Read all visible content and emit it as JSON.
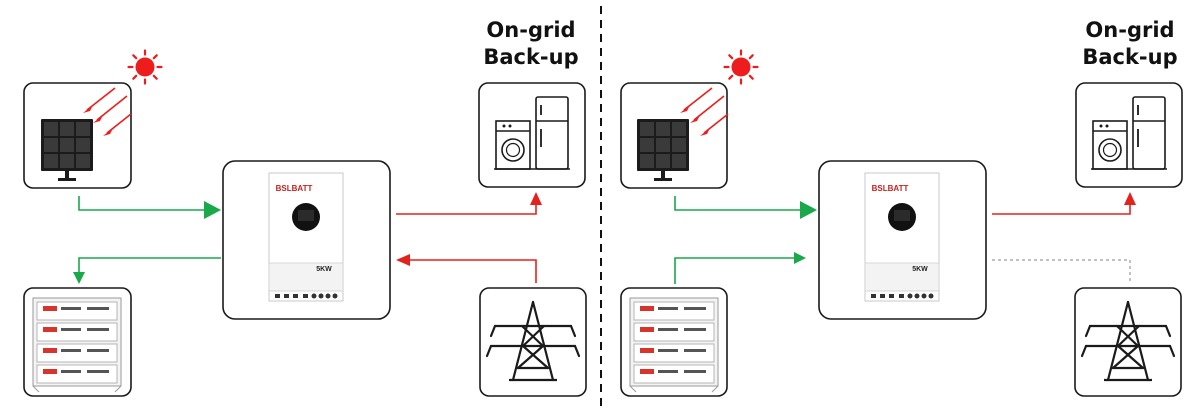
{
  "panels": [
    {
      "title_line1": "On-grid",
      "title_line2": "Back-up",
      "inverter": {
        "brand": "BSLBATT",
        "model": "5KW"
      }
    },
    {
      "title_line1": "On-grid",
      "title_line2": "Back-up",
      "inverter": {
        "brand": "BSLBATT",
        "model": "5KW"
      }
    }
  ],
  "colors": {
    "pv_flow": "#19a84a",
    "grid_flow": "#e4221b",
    "standby_flow": "#9a9a9a",
    "sun": "#ee1c1c",
    "divider": "#111111"
  },
  "icons": [
    "sun-icon",
    "solar-panel-icon",
    "inverter-icon",
    "appliances-icon",
    "battery-rack-icon",
    "power-tower-icon"
  ]
}
